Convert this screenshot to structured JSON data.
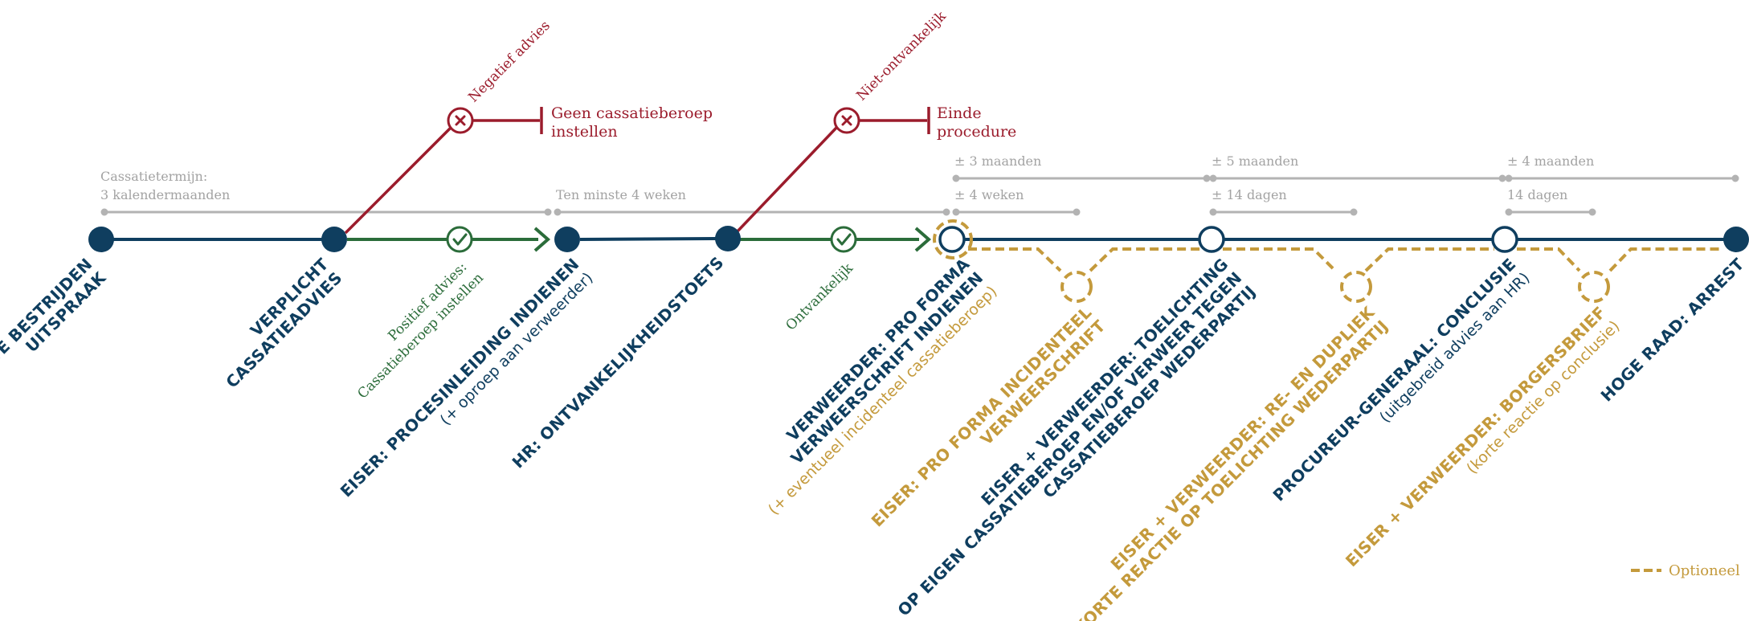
{
  "colors": {
    "navy": "#0f3e5f",
    "green": "#2b6c3a",
    "red": "#9b1c2c",
    "gold": "#c49a3c",
    "grey": "#b3b3b3",
    "durText": "#a3a3a3"
  },
  "icons": {
    "check": "check-circle-icon",
    "cross": "cross-circle-icon",
    "arrow": "arrow-head-icon"
  },
  "durations": {
    "cassatietermijn_line1": "Cassatietermijn:",
    "cassatietermijn_line2": "3 kalendermaanden",
    "ten_minste": "Ten minste 4 weken",
    "pf_months": "± 3 maanden",
    "pf_weeks": "± 4 weken",
    "tl_months": "± 5 maanden",
    "tl_days": "± 14 dagen",
    "pg_months": "± 4 maanden",
    "pg_days": "14 dagen"
  },
  "branches": {
    "neg_label": "Negatief advies",
    "neg_outcome_line1": "Geen cassatieberoep",
    "neg_outcome_line2": "instellen",
    "pos_line1": "Positief advies:",
    "pos_line2": "Cassatieberoep instellen",
    "niet_label": "Niet-ontvankelijk",
    "niet_outcome_line1": "Einde",
    "niet_outcome_line2": "procedure",
    "ontv_label": "Ontvankelijk"
  },
  "steps": {
    "s1": {
      "line1": "TE BESTRIJDEN",
      "line2": "UITSPRAAK"
    },
    "s2": {
      "line1": "VERPLICHT",
      "line2": "CASSATIEADVIES"
    },
    "s3": {
      "line1": "EISER: PROCESINLEIDING INDIENEN",
      "line2": "(+ oproep aan verweerder)"
    },
    "s4": {
      "line1": "HR: ONTVANKELIJKHEIDSTOETS"
    },
    "s5": {
      "line1": "VERWEERDER: PRO FORMA",
      "line2": "VERWEERSCHRIFT INDIENEN",
      "line3": "(+ eventueel incidenteel cassatieberoep)"
    },
    "o1": {
      "line1": "EISER: PRO FORMA INCIDENTEEL",
      "line2": "VERWEERSCHRIFT"
    },
    "s6": {
      "line1": "EISER + VERWEERDER: TOELICHTING",
      "line2": "OP EIGEN CASSATIEBEROEP EN/OF VERWEER TEGEN",
      "line3": "CASSATIEBEROEP WEDERPARTIJ"
    },
    "o2": {
      "line1": "EISER + VERWEERDER: RE- EN DUPLIEK",
      "line2": "KORTE REACTIE OP TOELICHTING WEDERPARTIJ"
    },
    "s7": {
      "line1": "PROCUREUR-GENERAAL: CONCLUSIE",
      "line2": "(uitgebreid advies aan HR)"
    },
    "o3": {
      "line1": "EISER + VERWEERDER: BORGERSBRIEF",
      "line2": "(korte reactie op conclusie)"
    },
    "s8": {
      "line1": "HOGE RAAD: ARREST"
    }
  },
  "legend": {
    "optional_label": "Optioneel"
  }
}
